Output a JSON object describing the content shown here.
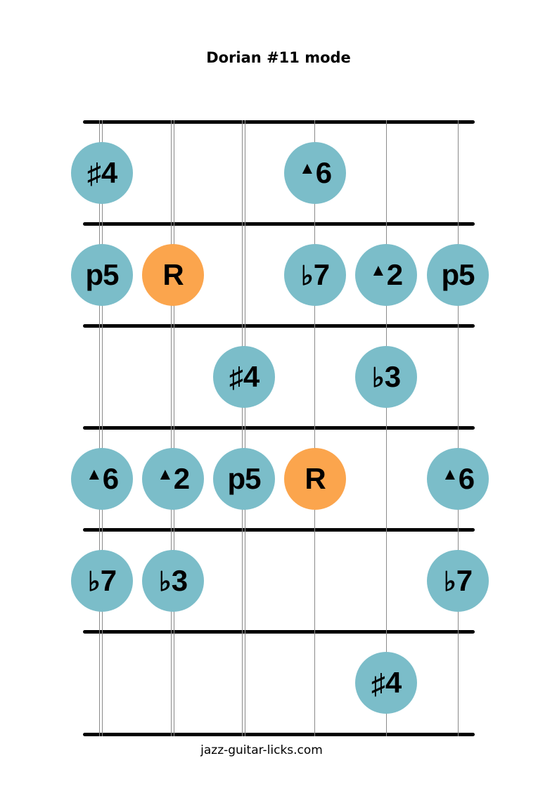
{
  "title": "Dorian #11 mode",
  "footer": "jazz-guitar-licks.com",
  "colors": {
    "interval_dot": "#7bbdc9",
    "root_dot": "#fba54d",
    "fret_line": "#000000",
    "string_line": "#8a8a8a"
  },
  "fretboard": {
    "strings": 6,
    "frets": 6,
    "fret_line_y": [
      173,
      318,
      463,
      608,
      753,
      898,
      1044
    ],
    "string_x": [
      145,
      246,
      347,
      448,
      549,
      651
    ]
  },
  "notes": [
    {
      "fret": 1,
      "string": 1,
      "label": "#4",
      "acc": "♯",
      "num": "4",
      "acc_type": "sharp",
      "type": "interval"
    },
    {
      "fret": 1,
      "string": 4,
      "label": "Δ6",
      "acc": "▲",
      "num": "6",
      "acc_type": "tri",
      "type": "interval"
    },
    {
      "fret": 2,
      "string": 1,
      "label": "p5",
      "acc": "",
      "num": "p5",
      "acc_type": "",
      "type": "interval"
    },
    {
      "fret": 2,
      "string": 2,
      "label": "R",
      "acc": "",
      "num": "R",
      "acc_type": "",
      "type": "root"
    },
    {
      "fret": 2,
      "string": 4,
      "label": "b7",
      "acc": "♭",
      "num": "7",
      "acc_type": "flat",
      "type": "interval"
    },
    {
      "fret": 2,
      "string": 5,
      "label": "Δ2",
      "acc": "▲",
      "num": "2",
      "acc_type": "tri",
      "type": "interval"
    },
    {
      "fret": 2,
      "string": 6,
      "label": "p5",
      "acc": "",
      "num": "p5",
      "acc_type": "",
      "type": "interval"
    },
    {
      "fret": 3,
      "string": 3,
      "label": "#4",
      "acc": "♯",
      "num": "4",
      "acc_type": "sharp",
      "type": "interval"
    },
    {
      "fret": 3,
      "string": 5,
      "label": "b3",
      "acc": "♭",
      "num": "3",
      "acc_type": "flat",
      "type": "interval"
    },
    {
      "fret": 4,
      "string": 1,
      "label": "Δ6",
      "acc": "▲",
      "num": "6",
      "acc_type": "tri",
      "type": "interval"
    },
    {
      "fret": 4,
      "string": 2,
      "label": "Δ2",
      "acc": "▲",
      "num": "2",
      "acc_type": "tri",
      "type": "interval"
    },
    {
      "fret": 4,
      "string": 3,
      "label": "p5",
      "acc": "",
      "num": "p5",
      "acc_type": "",
      "type": "interval"
    },
    {
      "fret": 4,
      "string": 4,
      "label": "R",
      "acc": "",
      "num": "R",
      "acc_type": "",
      "type": "root"
    },
    {
      "fret": 4,
      "string": 6,
      "label": "Δ6",
      "acc": "▲",
      "num": "6",
      "acc_type": "tri",
      "type": "interval"
    },
    {
      "fret": 5,
      "string": 1,
      "label": "b7",
      "acc": "♭",
      "num": "7",
      "acc_type": "flat",
      "type": "interval"
    },
    {
      "fret": 5,
      "string": 2,
      "label": "b3",
      "acc": "♭",
      "num": "3",
      "acc_type": "flat",
      "type": "interval"
    },
    {
      "fret": 5,
      "string": 6,
      "label": "b7",
      "acc": "♭",
      "num": "7",
      "acc_type": "flat",
      "type": "interval"
    },
    {
      "fret": 6,
      "string": 5,
      "label": "#4",
      "acc": "♯",
      "num": "4",
      "acc_type": "sharp",
      "type": "interval"
    }
  ]
}
